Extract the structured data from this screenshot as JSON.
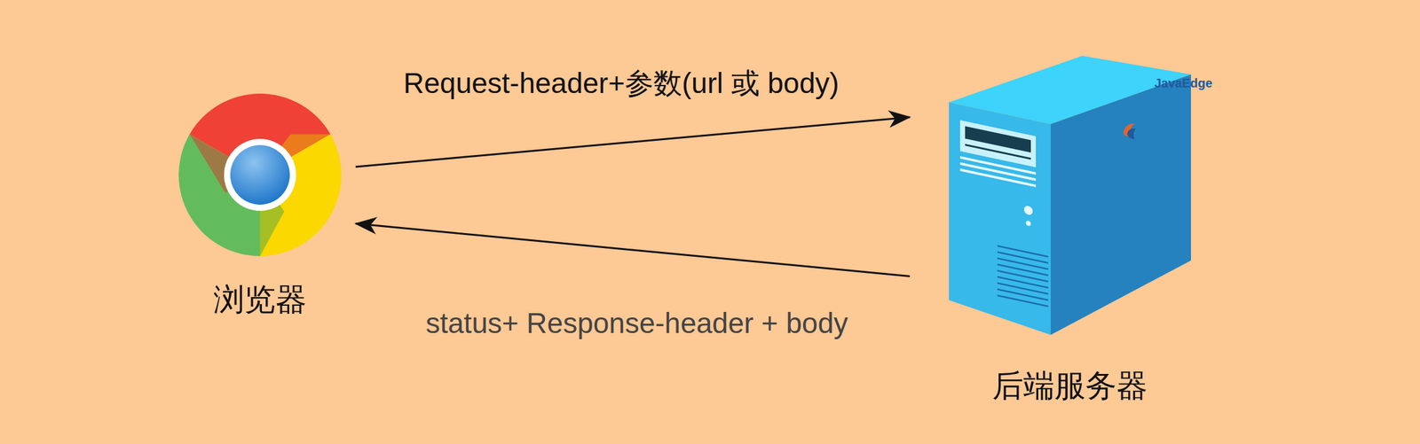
{
  "diagram": {
    "nodes": [
      {
        "text": [
          "浏览器"
        ]
      },
      {
        "text": [
          "后端服务器"
        ]
      }
    ],
    "edges": [
      {
        "from": 0,
        "to": 1,
        "arrow": "to",
        "label": "Request-header+参数(url 或 body)"
      },
      {
        "from": 1,
        "to": 0,
        "arrow": "to",
        "label": "status+ Response-header + body"
      }
    ],
    "labels": [
      "JavaEdge"
    ]
  }
}
